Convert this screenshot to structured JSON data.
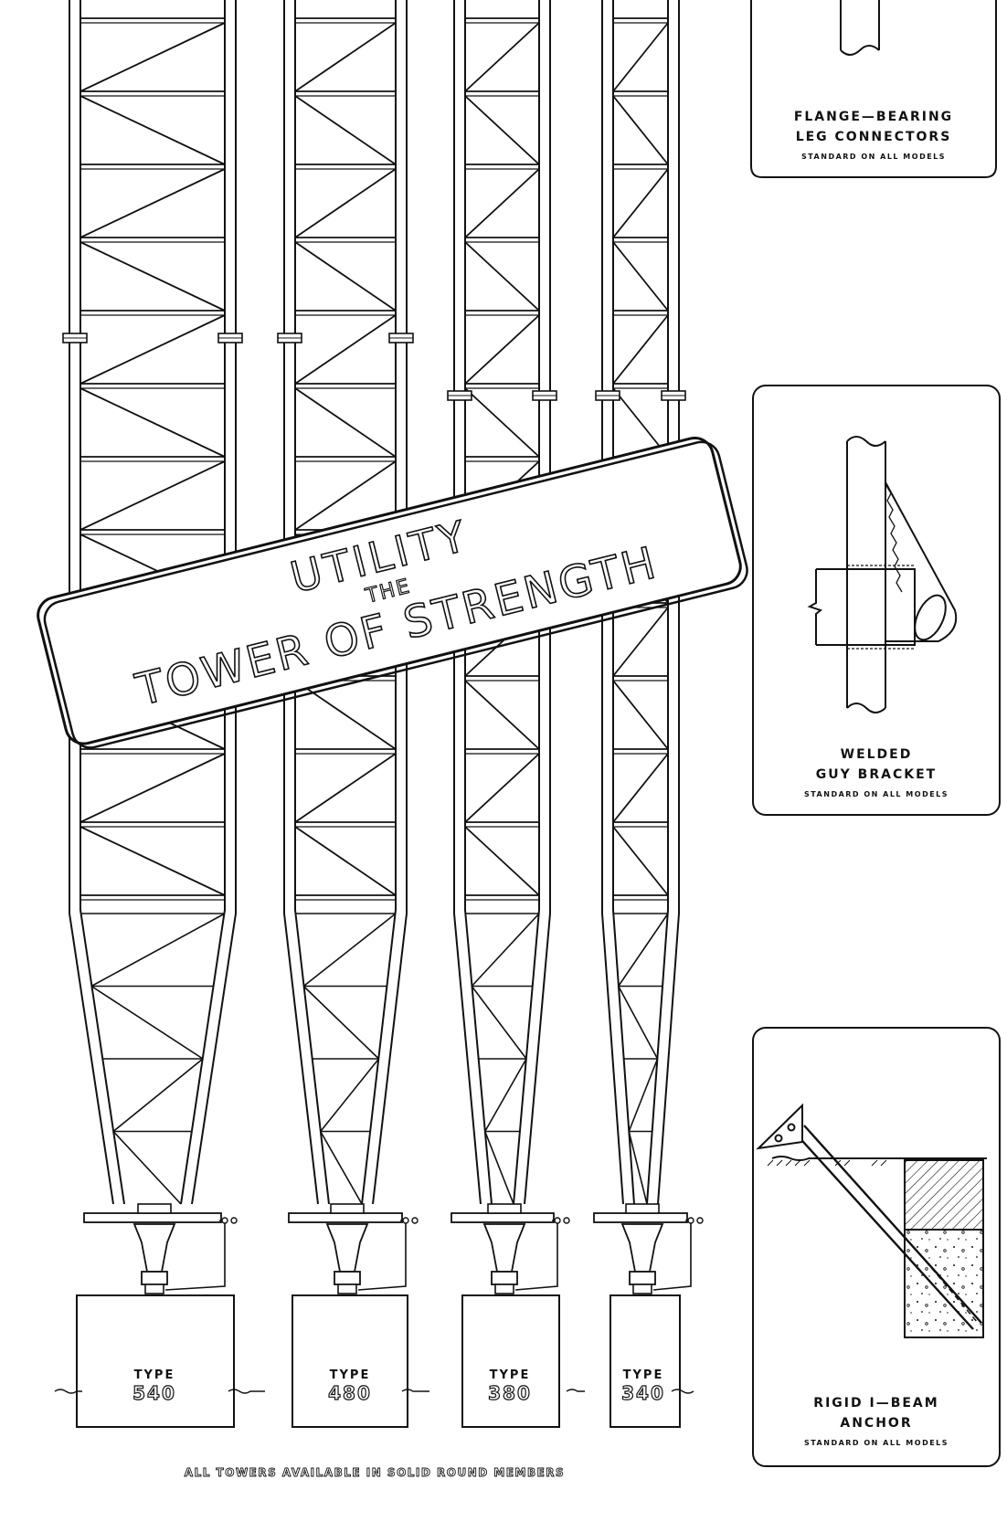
{
  "banner": {
    "line1": "UTILITY",
    "line2": "THE",
    "line3": "TOWER OF STRENGTH"
  },
  "towers": [
    {
      "type_word": "TYPE",
      "type_number": "540"
    },
    {
      "type_word": "TYPE",
      "type_number": "480"
    },
    {
      "type_word": "TYPE",
      "type_number": "380"
    },
    {
      "type_word": "TYPE",
      "type_number": "340"
    }
  ],
  "details": [
    {
      "title_lines": [
        "FLANGE—BEARING",
        "LEG CONNECTORS"
      ],
      "subtitle": "STANDARD ON ALL MODELS"
    },
    {
      "title_lines": [
        "WELDED",
        "GUY BRACKET"
      ],
      "subtitle": "STANDARD ON ALL MODELS"
    },
    {
      "title_lines": [
        "RIGID I—BEAM",
        "ANCHOR"
      ],
      "subtitle": "STANDARD ON ALL MODELS"
    }
  ],
  "footnote": "ALL TOWERS AVAILABLE IN SOLID ROUND MEMBERS"
}
